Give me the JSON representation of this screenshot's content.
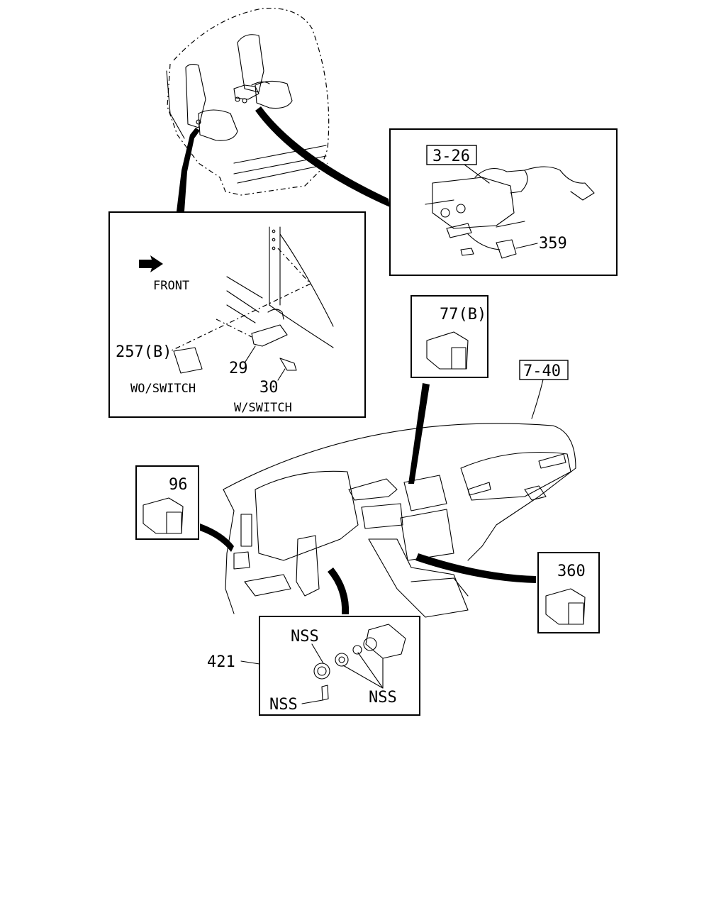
{
  "labels": {
    "ref_3_26": "3-26",
    "part_359": "359",
    "front": "FRONT",
    "part_257b": "257(B)",
    "wo_switch": "WO/SWITCH",
    "part_29": "29",
    "part_30": "30",
    "w_switch": "W/SWITCH",
    "part_77b": "77(B)",
    "ref_7_40": "7-40",
    "part_96": "96",
    "part_360": "360",
    "part_421": "421",
    "nss_top": "NSS",
    "nss_left": "NSS",
    "nss_right": "NSS"
  }
}
